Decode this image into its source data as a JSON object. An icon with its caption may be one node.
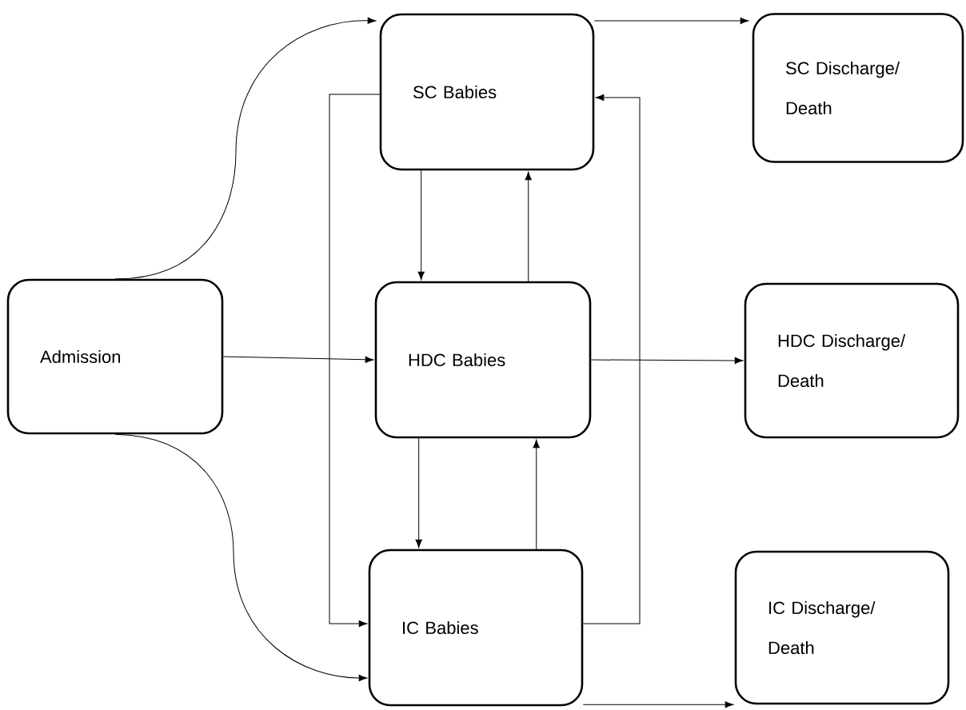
{
  "diagram": {
    "nodes": [
      {
        "text": [
          "Admission"
        ]
      },
      {
        "text": [
          "SC Babies"
        ]
      },
      {
        "text": [
          "HDC Babies"
        ]
      },
      {
        "text": [
          "IC Babies"
        ]
      },
      {
        "text": [
          "SC Discharge/ Death"
        ]
      },
      {
        "text": [
          "HDC Discharge/ Death"
        ]
      },
      {
        "text": [
          "IC Discharge/ Death"
        ]
      }
    ],
    "edges": [
      {
        "from": 0,
        "to": 1,
        "arrow": "to"
      },
      {
        "from": 0,
        "to": 2,
        "arrow": "to"
      },
      {
        "from": 0,
        "to": 3,
        "arrow": "to"
      },
      {
        "from": 1,
        "to": 2,
        "arrow": "to"
      },
      {
        "from": 2,
        "to": 1,
        "arrow": "to"
      },
      {
        "from": 2,
        "to": 3,
        "arrow": "to"
      },
      {
        "from": 3,
        "to": 2,
        "arrow": "to"
      },
      {
        "from": 1,
        "to": 3,
        "arrow": "to"
      },
      {
        "from": 3,
        "to": 1,
        "arrow": "to"
      },
      {
        "from": 1,
        "to": 4,
        "arrow": "to"
      },
      {
        "from": 2,
        "to": 5,
        "arrow": "to"
      },
      {
        "from": 3,
        "to": 6,
        "arrow": "to"
      }
    ]
  }
}
